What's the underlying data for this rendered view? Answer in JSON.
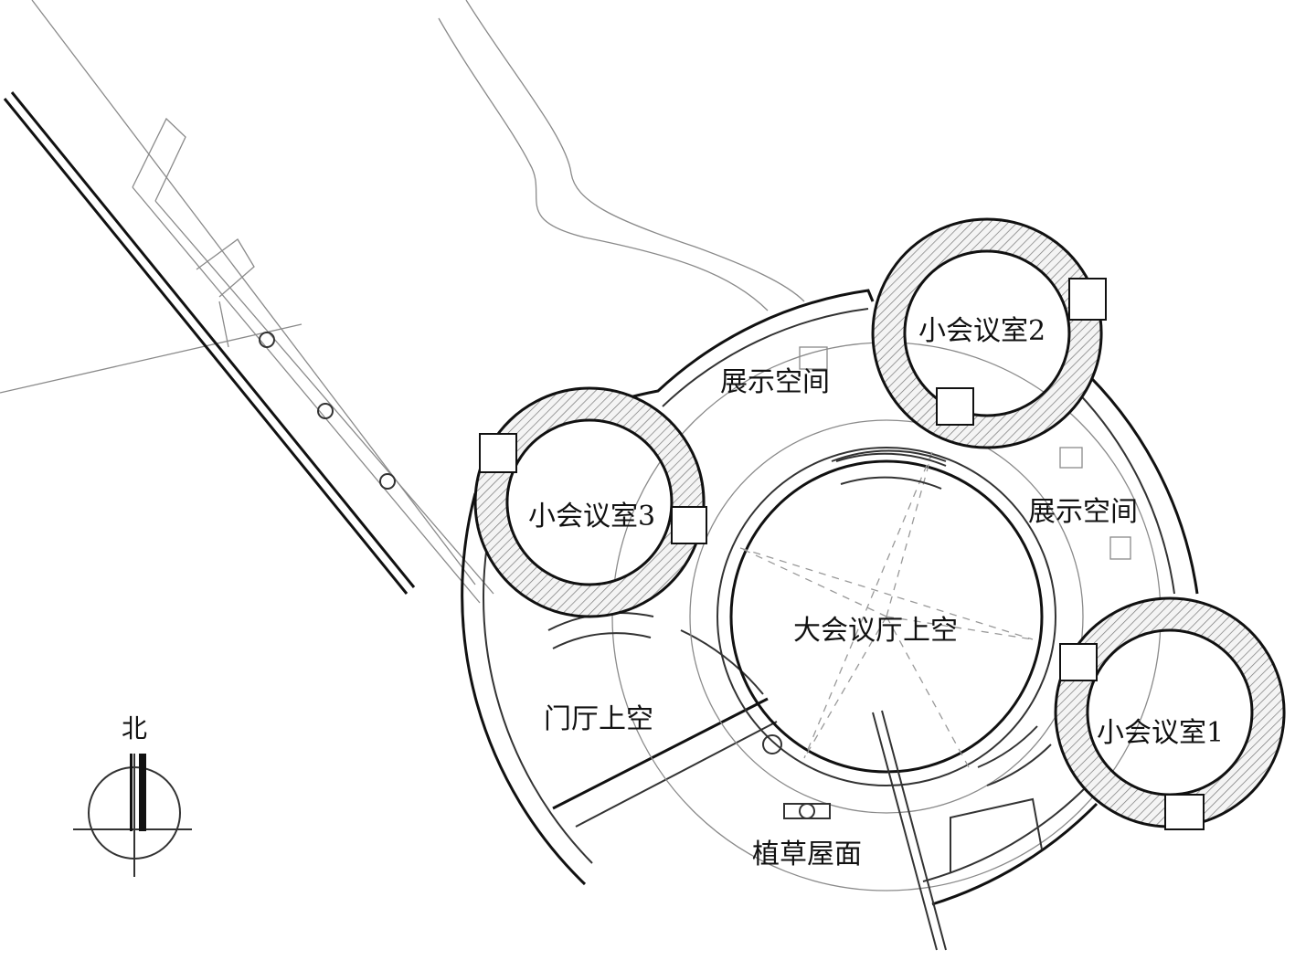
{
  "labels": {
    "small_meeting_room_1": "小会议室1",
    "small_meeting_room_2": "小会议室2",
    "small_meeting_room_3": "小会议室3",
    "exhibition_space_top": "展示空间",
    "exhibition_space_right": "展示空间",
    "main_hall_void": "大会议厅上空",
    "lobby_void": "门厅上空",
    "green_roof": "植草屋面",
    "north": "北"
  }
}
